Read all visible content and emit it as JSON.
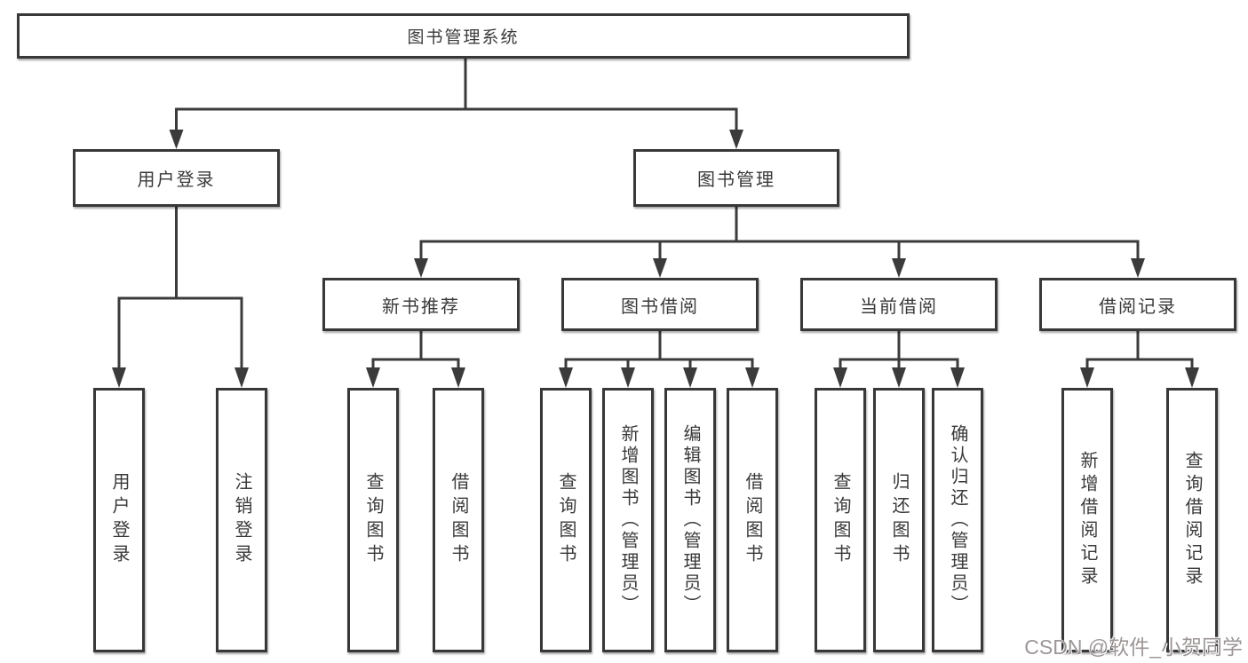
{
  "diagram": {
    "root": {
      "label": "图书管理系统"
    },
    "level2": [
      {
        "label": "用户登录"
      },
      {
        "label": "图书管理"
      }
    ],
    "level3": [
      {
        "label": "新书推荐"
      },
      {
        "label": "图书借阅"
      },
      {
        "label": "当前借阅"
      },
      {
        "label": "借阅记录"
      }
    ],
    "leaves": [
      {
        "label": "用户登录"
      },
      {
        "label": "注销登录"
      },
      {
        "label": "查询图书"
      },
      {
        "label": "借阅图书"
      },
      {
        "label": "查询图书"
      },
      {
        "label": "新增图书（管理员）"
      },
      {
        "label": "编辑图书（管理员）"
      },
      {
        "label": "借阅图书"
      },
      {
        "label": "查询图书"
      },
      {
        "label": "归还图书"
      },
      {
        "label": "确认归还（管理员）"
      },
      {
        "label": "新增借阅记录"
      },
      {
        "label": "查询借阅记录"
      }
    ]
  },
  "watermark": {
    "text": "CSDN @软件_小贺同学"
  },
  "colors": {
    "line": "#3b3b3b",
    "box_border": "#383838",
    "text": "#3a3a3a",
    "watermark": "#8c8484",
    "background": "#ffffff"
  }
}
